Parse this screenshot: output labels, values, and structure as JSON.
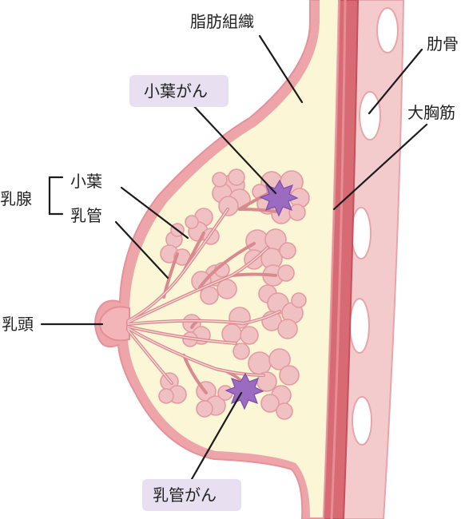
{
  "labels": {
    "fat_tissue": "脂肪組織",
    "rib": "肋骨",
    "pectoralis_major": "大胸筋",
    "mammary_gland": "乳腺",
    "lobule": "小葉",
    "duct": "乳管",
    "nipple": "乳頭"
  },
  "tags": {
    "lobular_cancer": "小葉がん",
    "ductal_cancer": "乳管がん"
  },
  "colors": {
    "fat": "#fbf6d5",
    "skin_outline": "#eda5aa",
    "muscle": "#d86a74",
    "muscle_edge": "#c4505c",
    "chest_wall": "#f4cbcd",
    "rib": "#ffffff",
    "lobule_fill": "#f0c1c3",
    "duct": "#d98a8f",
    "tumor": "#9a6bc0",
    "tag_bg": "#e8dff0"
  }
}
